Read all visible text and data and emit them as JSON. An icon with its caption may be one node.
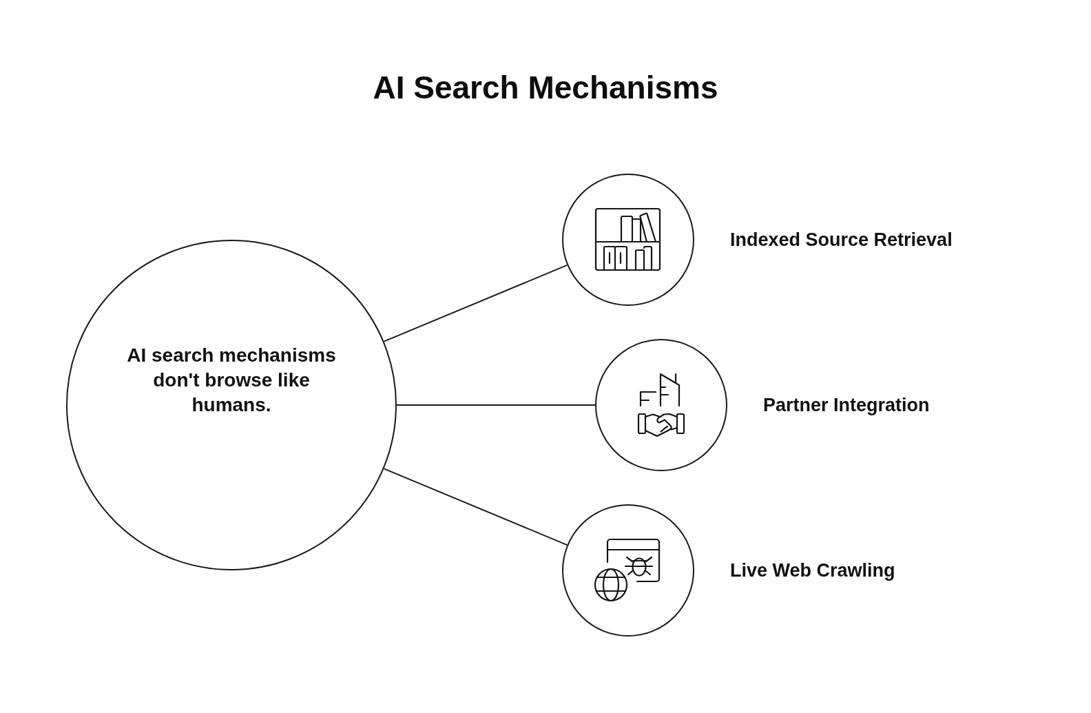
{
  "diagram": {
    "title": "AI Search Mechanisms",
    "nodes": [
      {
        "text": [
          "AI search mechanisms don't browse like humans."
        ]
      },
      {
        "text": [],
        "shape": "circle",
        "beside": [
          "Indexed Source Retrieval"
        ]
      },
      {
        "text": [],
        "shape": "circle",
        "beside": [
          "Partner Integration"
        ]
      },
      {
        "text": [],
        "shape": "circle",
        "beside": [
          "Live Web Crawling"
        ]
      }
    ],
    "edges": [
      {
        "from": 0,
        "to": 1,
        "arrow": "none"
      },
      {
        "from": 0,
        "to": 2,
        "arrow": "none"
      },
      {
        "from": 0,
        "to": 3,
        "arrow": "none"
      }
    ]
  }
}
